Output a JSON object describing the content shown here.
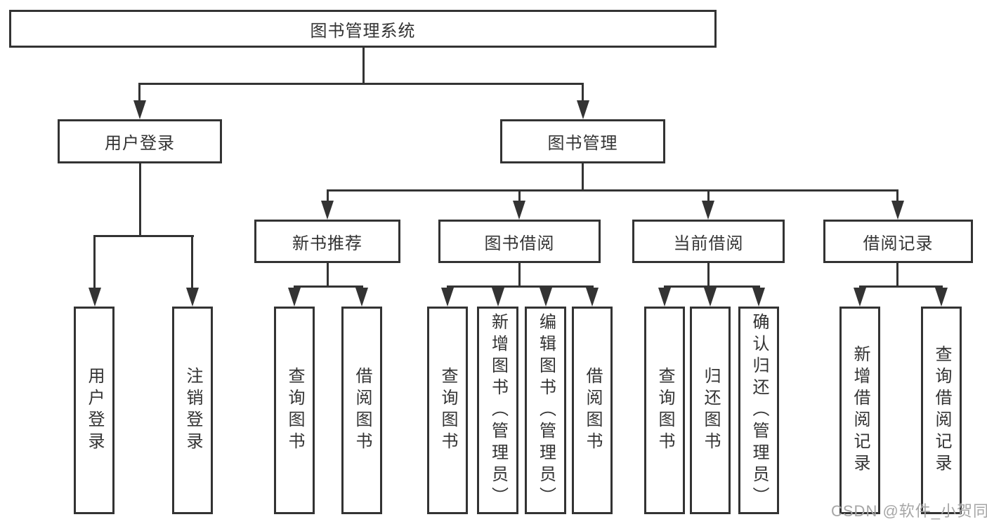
{
  "diagram": {
    "root": {
      "label": "图书管理系统"
    },
    "level2": [
      {
        "label": "用户登录"
      },
      {
        "label": "图书管理"
      }
    ],
    "level3": [
      {
        "label": "新书推荐"
      },
      {
        "label": "图书借阅"
      },
      {
        "label": "当前借阅"
      },
      {
        "label": "借阅记录"
      }
    ],
    "leaves": [
      {
        "label": "用户登录"
      },
      {
        "label": "注销登录"
      },
      {
        "label": "查询图书"
      },
      {
        "label": "借阅图书"
      },
      {
        "label": "查询图书"
      },
      {
        "label": "新增图书（管理员）"
      },
      {
        "label": "编辑图书（管理员）"
      },
      {
        "label": "借阅图书"
      },
      {
        "label": "查询图书"
      },
      {
        "label": "归还图书"
      },
      {
        "label": "确认归还（管理员）"
      },
      {
        "label": "新增借阅记录"
      },
      {
        "label": "查询借阅记录"
      }
    ]
  },
  "watermark": {
    "text": "CSDN @软件_小贺同学"
  },
  "colors": {
    "line": "#333333",
    "text": "#333333",
    "watermark": "#a6a6a6",
    "background": "#ffffff"
  }
}
